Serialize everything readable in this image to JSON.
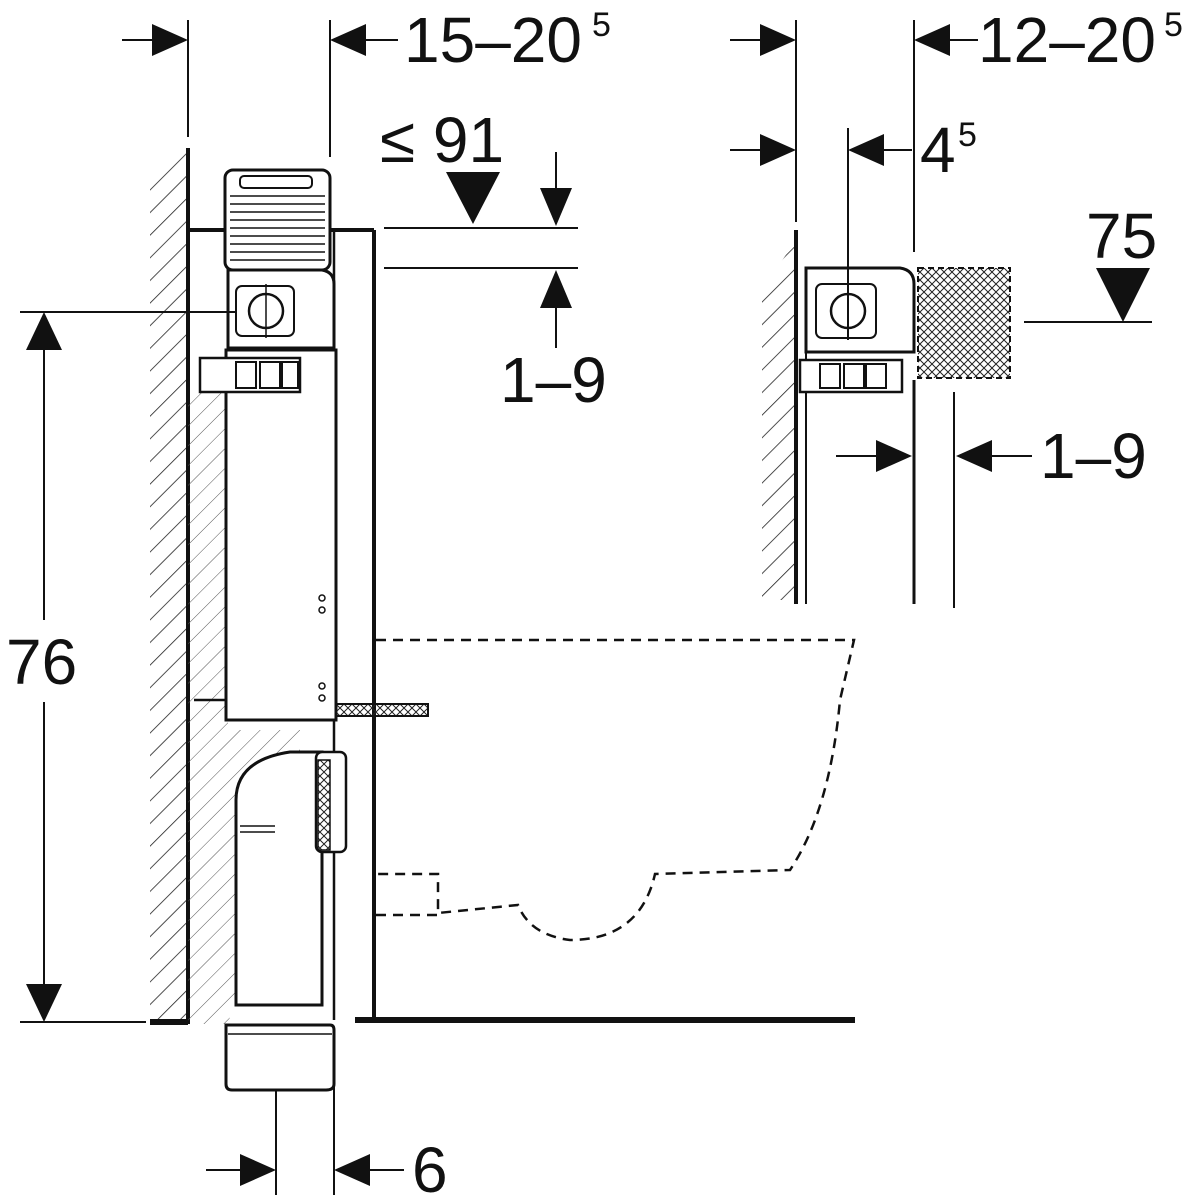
{
  "labels": {
    "top_left_base": "15–20",
    "top_left_sup": "5",
    "top_right_base": "12–20",
    "top_right_sup": "5",
    "max_height": "≤ 91",
    "adjust_left": "1–9",
    "inner_offset_base": "4",
    "inner_offset_sup": "5",
    "side_height": "75",
    "adjust_right": "1–9",
    "total_height": "76",
    "bottom_offset": "6"
  }
}
